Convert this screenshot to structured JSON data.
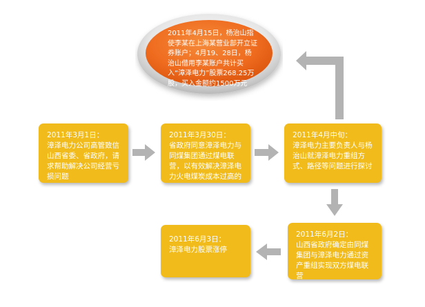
{
  "diagram": {
    "ellipse": {
      "text": "2011年4月15日，杨治山指使李某在上海某营业部开立证券账户；4月19、28日，杨治山借用李某账户共计买入“漳泽电力”股票268.25万股，买入金额约1500万元"
    },
    "boxes": [
      {
        "date": "2011年3月1日：",
        "text": "漳泽电力公司高管致信山西省委、省政府，请求帮助解决公司经营亏损问题"
      },
      {
        "date": "2011年3月30日：",
        "text": "省政府同意漳泽电力与同煤集团通过煤电联营，以有效解决漳泽电力火电煤炭成本过高的经营困难"
      },
      {
        "date": "2011年4月中旬：",
        "text": "漳泽电力主要负责人与杨治山就漳泽电力重组方式、路径等问题进行探讨"
      },
      {
        "date": "2011年6月2日：",
        "text": "山西省政府确定由同煤集团与漳泽电力通过资产重组实现双方煤电联营"
      },
      {
        "date": "2011年6月3日：",
        "text": "漳泽电力股票涨停"
      }
    ],
    "colors": {
      "box": "#f1bb1b",
      "ellipse_fill": "#ef6c1f",
      "arrow": "#b3b3b3"
    }
  }
}
